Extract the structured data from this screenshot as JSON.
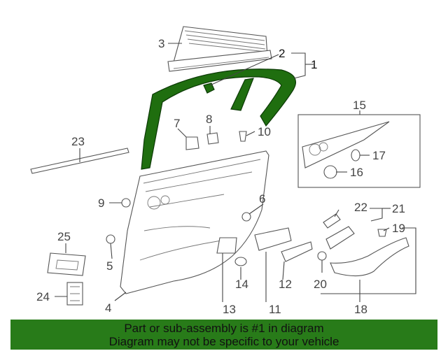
{
  "callouts": {
    "c1": "1",
    "c2": "2",
    "c3": "3",
    "c4": "4",
    "c5": "5",
    "c6": "6",
    "c7": "7",
    "c8": "8",
    "c9": "9",
    "c10": "10",
    "c11": "11",
    "c12": "12",
    "c13": "13",
    "c14": "14",
    "c15": "15",
    "c16": "16",
    "c17": "17",
    "c18": "18",
    "c19": "19",
    "c20": "20",
    "c21": "21",
    "c22": "22",
    "c23": "23",
    "c24": "24",
    "c25": "25"
  },
  "banner": {
    "line1": "Part or sub-assembly is #1 in diagram",
    "line2": "Diagram may not be specific to your vehicle"
  },
  "colors": {
    "highlight_part": "#1f6e0f",
    "banner_background": "#287b19"
  }
}
